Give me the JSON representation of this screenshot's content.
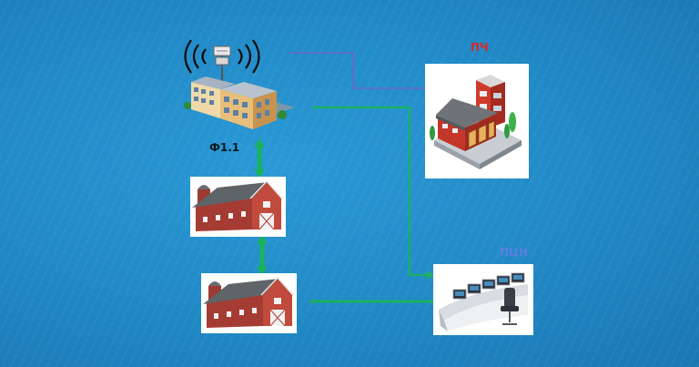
{
  "diagram": {
    "background_color": "#2189c6",
    "nodes": [
      {
        "id": "apartment",
        "icon": "apartment-building-with-antenna",
        "label": "Ф1.1"
      },
      {
        "id": "fire_station",
        "icon": "fire-station-building",
        "label": "ПЧ"
      },
      {
        "id": "barn_1",
        "icon": "red-barn",
        "label": ""
      },
      {
        "id": "barn_2",
        "icon": "red-barn",
        "label": ""
      },
      {
        "id": "control_room",
        "icon": "control-console",
        "label": "ПЦН"
      }
    ],
    "links": [
      {
        "from": "apartment",
        "to": "fire_station",
        "color": "#7a5fc0"
      },
      {
        "from": "apartment",
        "to": "control_room",
        "color": "#19b35e"
      },
      {
        "from": "apartment",
        "to": "barn_1",
        "color": "#19b35e"
      },
      {
        "from": "barn_1",
        "to": "barn_2",
        "color": "#19b35e"
      },
      {
        "from": "barn_2",
        "to": "control_room",
        "color": "#19b35e"
      }
    ],
    "colors": {
      "link_green": "#19b35e",
      "link_purple": "#7a5fc0",
      "label_fire_station": "#e02424",
      "label_control_room": "#5d7fe0",
      "label_default": "#101820"
    }
  }
}
